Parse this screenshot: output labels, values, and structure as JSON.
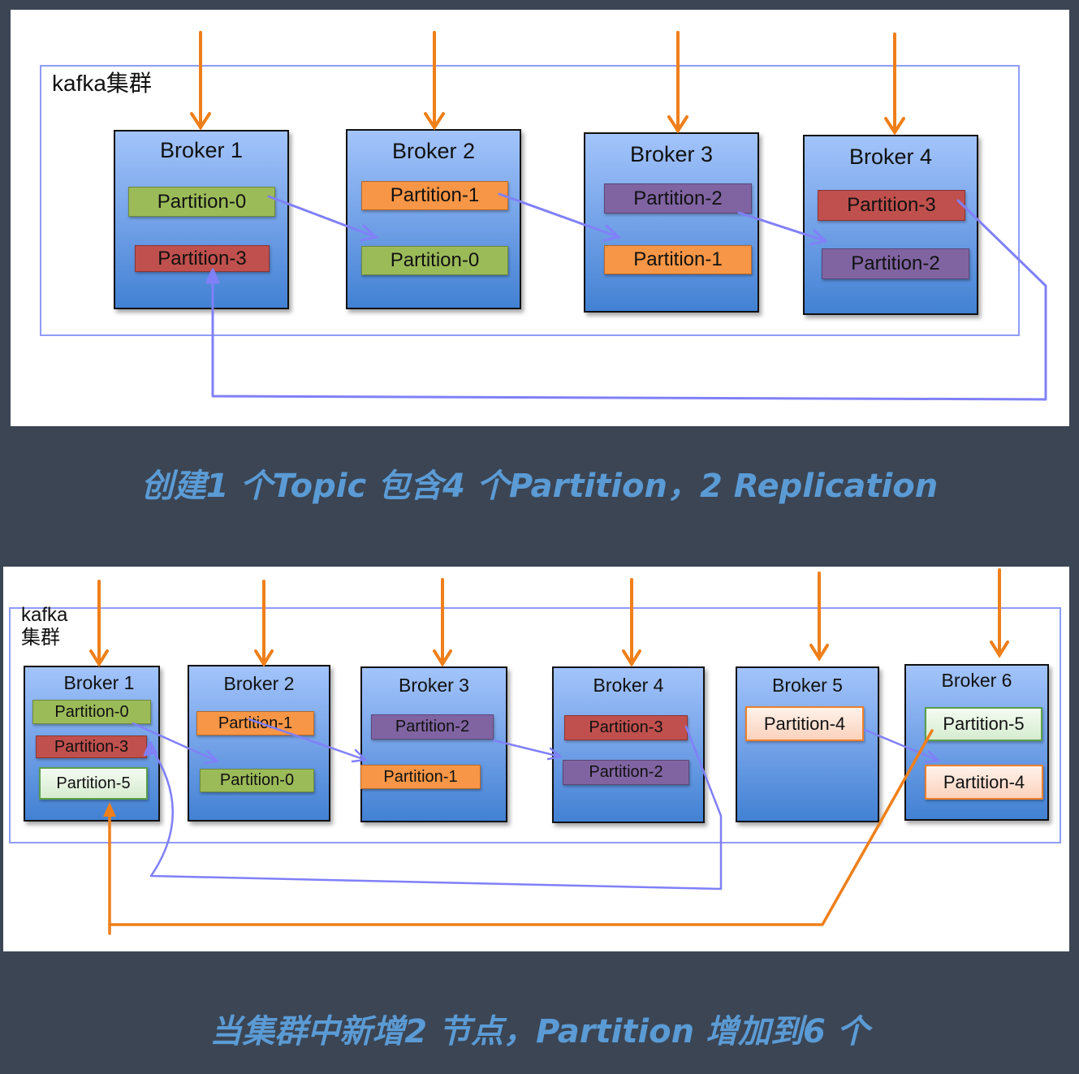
{
  "colors": {
    "background": "#3b4554",
    "caption": "#5b9bd5",
    "producer_arrow": "#ef7f1a",
    "replication_arrow": "#8080f8",
    "cluster_border": "#8f9cf7"
  },
  "diagram1": {
    "cluster_label": "kafka集群",
    "brokers": [
      {
        "name": "Broker 1",
        "partitions": [
          {
            "label": "Partition-0",
            "color": "green"
          },
          {
            "label": "Partition-3",
            "color": "red"
          }
        ]
      },
      {
        "name": "Broker 2",
        "partitions": [
          {
            "label": "Partition-1",
            "color": "orange"
          },
          {
            "label": "Partition-0",
            "color": "green"
          }
        ]
      },
      {
        "name": "Broker 3",
        "partitions": [
          {
            "label": "Partition-2",
            "color": "purple"
          },
          {
            "label": "Partition-1",
            "color": "orange"
          }
        ]
      },
      {
        "name": "Broker 4",
        "partitions": [
          {
            "label": "Partition-3",
            "color": "red"
          },
          {
            "label": "Partition-2",
            "color": "purple"
          }
        ]
      }
    ],
    "caption": "创建1 个Topic 包含4 个Partition，2 Replication"
  },
  "diagram2": {
    "cluster_label_line1": "kafka",
    "cluster_label_line2": "集群",
    "brokers": [
      {
        "name": "Broker 1",
        "partitions": [
          {
            "label": "Partition-0",
            "color": "green"
          },
          {
            "label": "Partition-3",
            "color": "red"
          },
          {
            "label": "Partition-5",
            "color": "lightgreen"
          }
        ]
      },
      {
        "name": "Broker 2",
        "partitions": [
          {
            "label": "Partition-1",
            "color": "orange"
          },
          {
            "label": "Partition-0",
            "color": "green"
          }
        ]
      },
      {
        "name": "Broker 3",
        "partitions": [
          {
            "label": "Partition-2",
            "color": "purple"
          },
          {
            "label": "Partition-1",
            "color": "orange"
          }
        ]
      },
      {
        "name": "Broker 4",
        "partitions": [
          {
            "label": "Partition-3",
            "color": "red"
          },
          {
            "label": "Partition-2",
            "color": "purple"
          }
        ]
      },
      {
        "name": "Broker 5",
        "partitions": [
          {
            "label": "Partition-4",
            "color": "peach"
          }
        ]
      },
      {
        "name": "Broker 6",
        "partitions": [
          {
            "label": "Partition-5",
            "color": "lightgreen"
          },
          {
            "label": "Partition-4",
            "color": "peach"
          }
        ]
      }
    ],
    "caption": "当集群中新增2 节点，Partition 增加到6 个"
  }
}
